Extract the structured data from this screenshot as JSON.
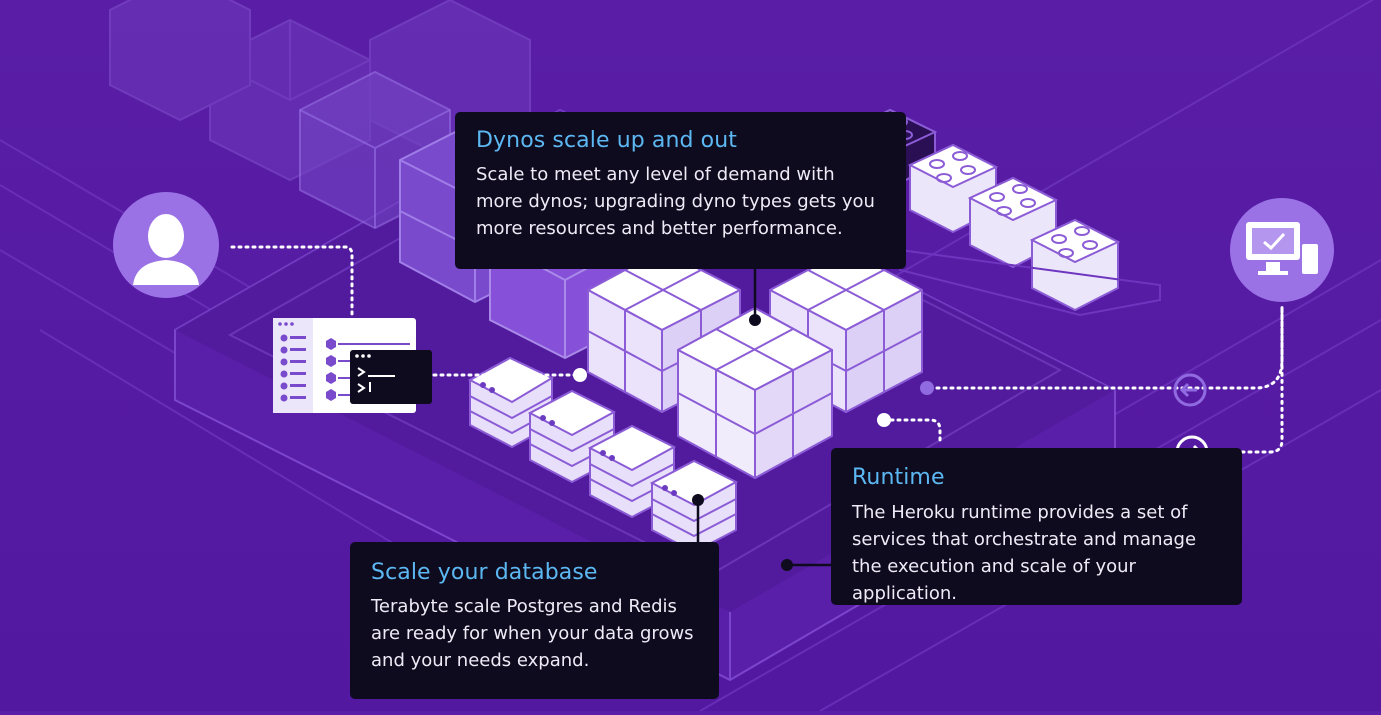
{
  "callouts": {
    "dynos": {
      "title": "Dynos scale up and out",
      "text": "Scale to meet any level of demand with more dynos; upgrading dyno types gets you more resources and better performance."
    },
    "runtime": {
      "title": "Runtime",
      "text": "The Heroku runtime provides a set of services that orchestrate and manage the execution and scale of your application."
    },
    "database": {
      "title": "Scale your database",
      "text": "Terabyte scale Postgres and Redis are ready for when your data grows and your needs expand."
    }
  },
  "colors": {
    "background": "#5b1ea8",
    "callout_bg": "#0f0b1e",
    "callout_title": "#5cb8f2",
    "cube_face": "#f1ecfc",
    "icon_circle": "#9a72e6"
  },
  "icons": [
    "user-icon",
    "terminal-code-icon",
    "desktop-mobile-icon",
    "arrow-left-icon",
    "arrow-right-icon"
  ]
}
